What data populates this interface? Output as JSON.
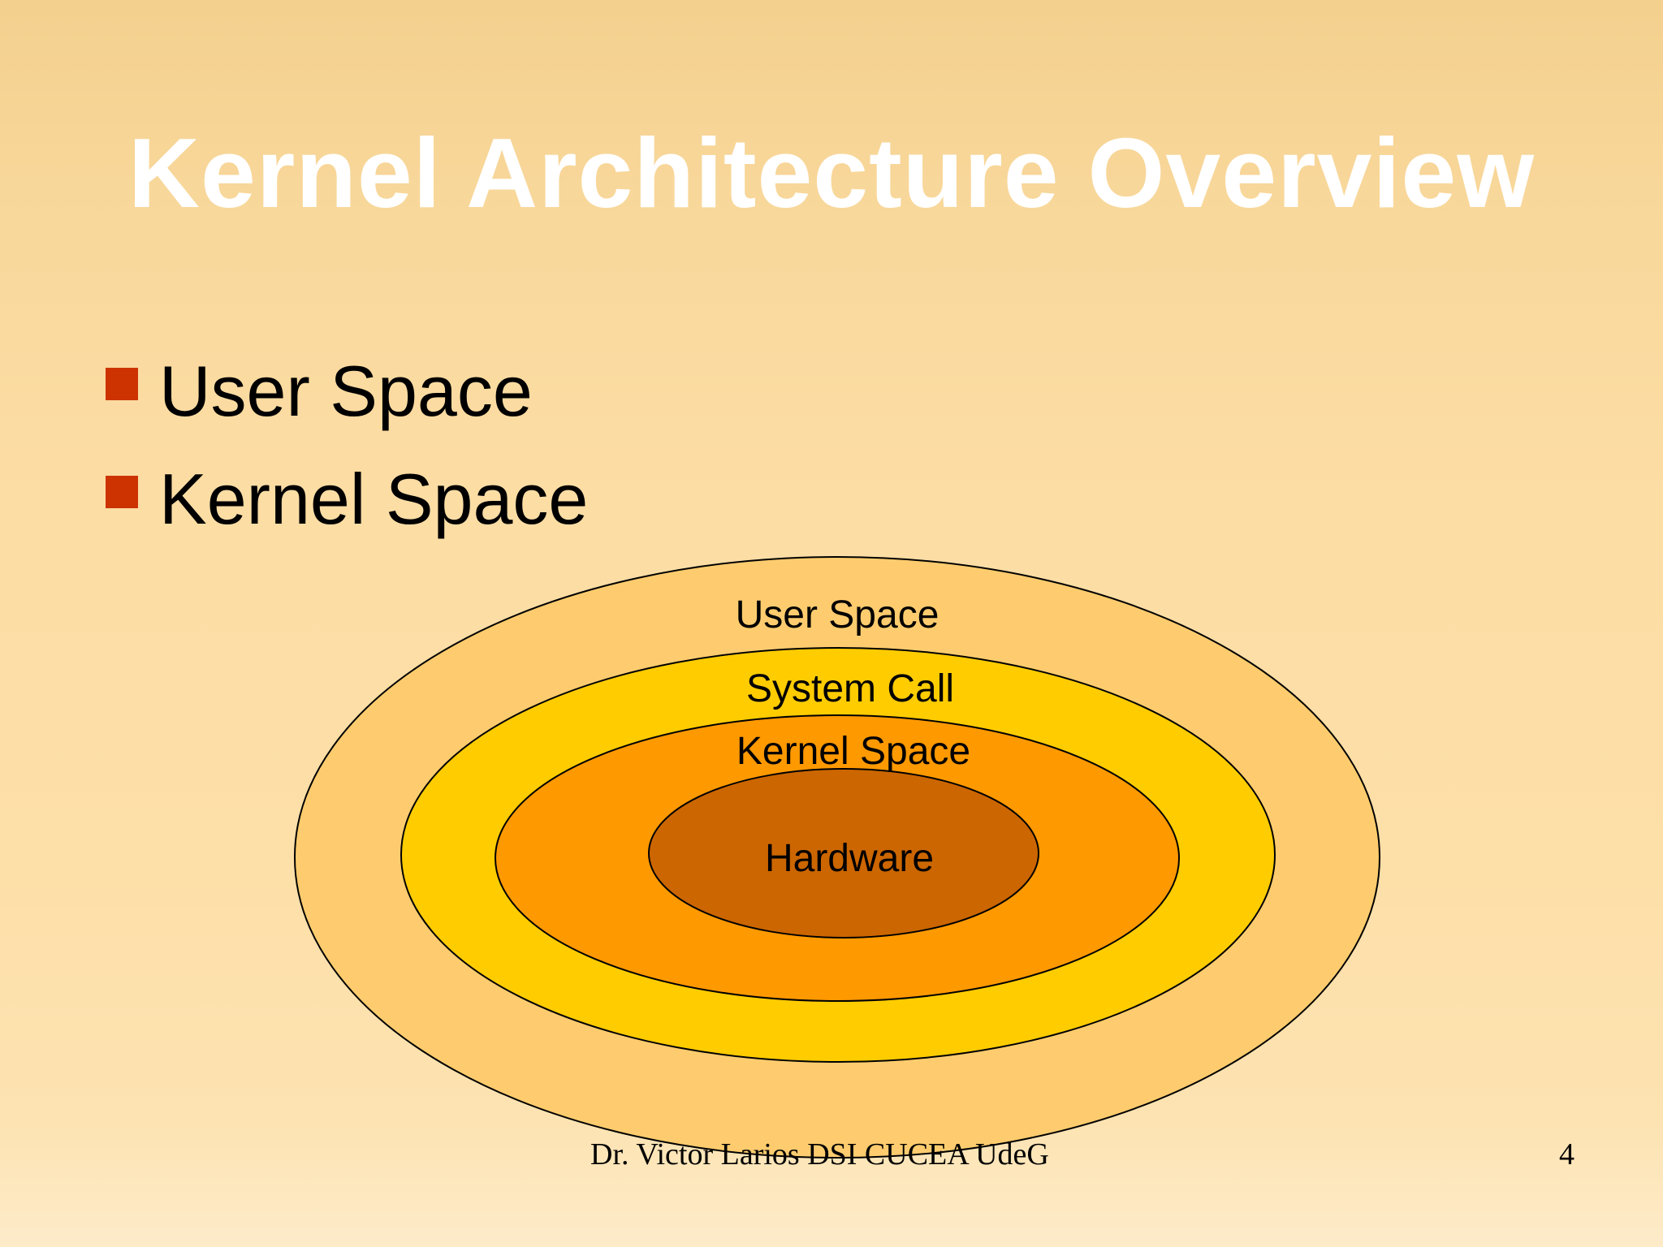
{
  "slide": {
    "title": "Kernel Architecture Overview",
    "bullets": [
      {
        "label": "User Space"
      },
      {
        "label": "Kernel Space"
      }
    ],
    "bullet_marker_color": "#cc3300"
  },
  "diagram": {
    "rings": [
      {
        "label": "User Space",
        "color": "#fecc6e"
      },
      {
        "label": "System Call",
        "color": "#ffcc00"
      },
      {
        "label": "Kernel Space",
        "color": "#ff9900"
      },
      {
        "label": "Hardware",
        "color": "#cc6600"
      }
    ]
  },
  "footer": {
    "text": "Dr. Victor Larios DSI CUCEA UdeG",
    "page_number": "4"
  }
}
